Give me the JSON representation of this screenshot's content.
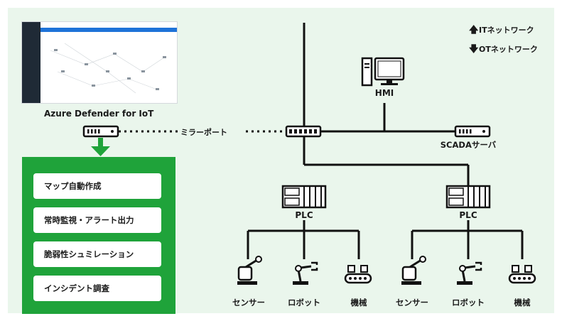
{
  "legend": {
    "it_network": "ITネットワーク",
    "ot_network": "OTネットワーク"
  },
  "defender": {
    "title": "Azure Defender for IoT"
  },
  "mirror_port": "ミラーポート",
  "hmi": "HMI",
  "scada": "SCADAサーバ",
  "plc_left": "PLC",
  "plc_right": "PLC",
  "features": [
    "マップ自動作成",
    "常時監視・アラート出力",
    "脆弱性シュミレーション",
    "インシデント調査"
  ],
  "devices": [
    "センサー",
    "ロボット",
    "機械",
    "センサー",
    "ロボット",
    "機械"
  ],
  "colors": {
    "panel": "#eaf6ec",
    "accent": "#1fa33a",
    "line": "#111111",
    "screenshot_bar": "#1e73d8",
    "screenshot_sidebar": "#1f2a36"
  },
  "icons": [
    "arrow-up-icon",
    "arrow-down-icon",
    "network-sensor-icon",
    "network-switch-icon",
    "desktop-computer-icon",
    "server-icon",
    "plc-icon",
    "robot-arm-icon",
    "conveyor-icon"
  ]
}
